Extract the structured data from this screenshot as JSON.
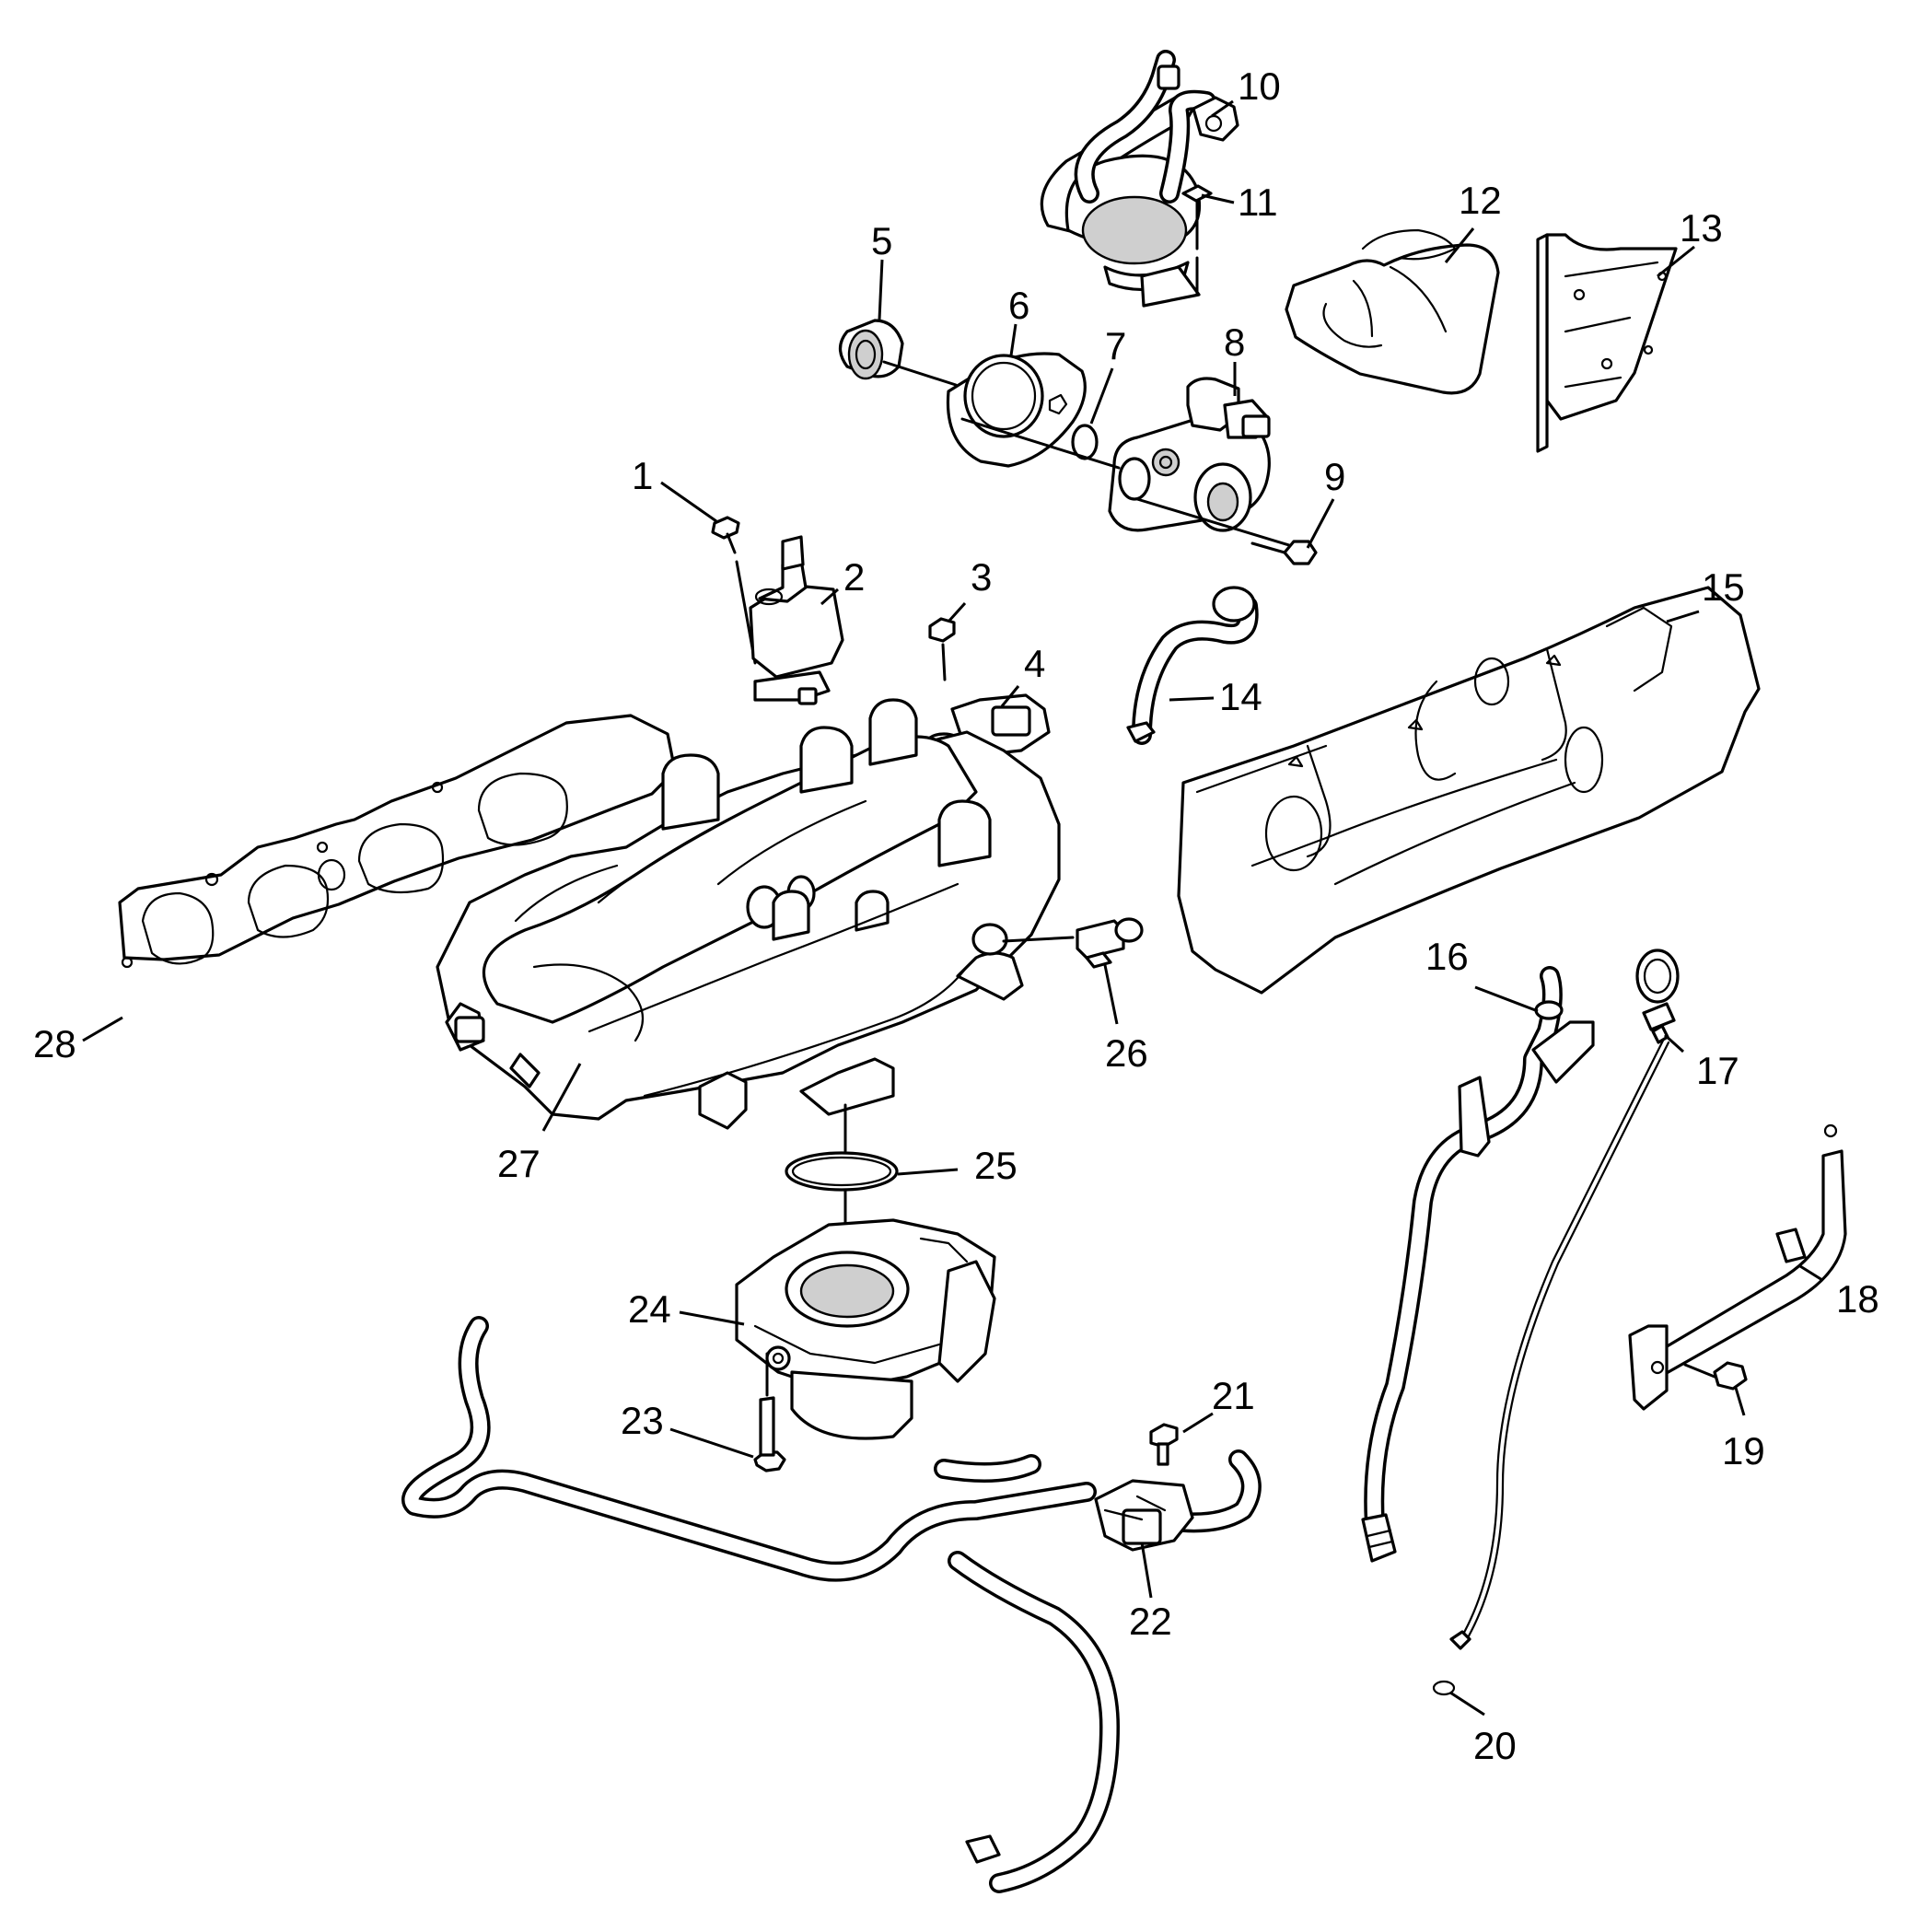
{
  "callouts": [
    {
      "number": "1"
    },
    {
      "number": "2"
    },
    {
      "number": "3"
    },
    {
      "number": "4"
    },
    {
      "number": "5"
    },
    {
      "number": "6"
    },
    {
      "number": "7"
    },
    {
      "number": "8"
    },
    {
      "number": "9"
    },
    {
      "number": "10"
    },
    {
      "number": "11"
    },
    {
      "number": "12"
    },
    {
      "number": "13"
    },
    {
      "number": "14"
    },
    {
      "number": "15"
    },
    {
      "number": "16"
    },
    {
      "number": "17"
    },
    {
      "number": "18"
    },
    {
      "number": "19"
    },
    {
      "number": "20"
    },
    {
      "number": "21"
    },
    {
      "number": "22"
    },
    {
      "number": "23"
    },
    {
      "number": "24"
    },
    {
      "number": "25"
    },
    {
      "number": "26"
    },
    {
      "number": "27"
    },
    {
      "number": "28"
    }
  ],
  "colors": {
    "line": "#000000",
    "background": "#ffffff",
    "shade": "#cfcfcf"
  }
}
